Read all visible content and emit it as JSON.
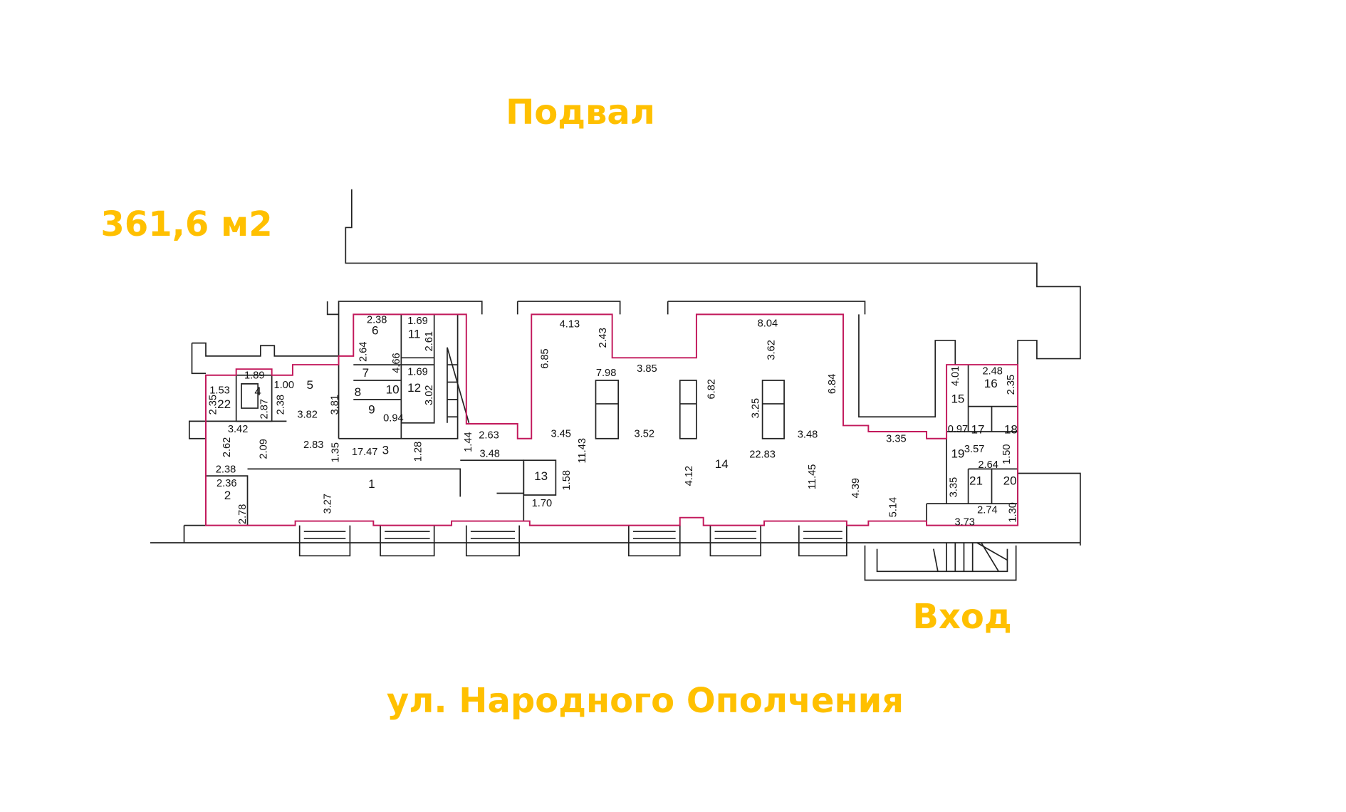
{
  "labels": {
    "floor": "Подвал",
    "area": "361,6 м2",
    "entry": "Вход",
    "street": "ул. Народного Ополчения"
  },
  "colors": {
    "label": "#FFC000",
    "boundary": "#c2185b",
    "walls": "#222222"
  },
  "rooms": [
    "1",
    "2",
    "3",
    "4",
    "5",
    "6",
    "7",
    "8",
    "9",
    "10",
    "11",
    "12",
    "13",
    "14",
    "15",
    "16",
    "17",
    "18",
    "19",
    "20",
    "21",
    "22"
  ],
  "dims_h": [
    "2.38",
    "1.69",
    "1.69",
    "0.94",
    "1.53",
    "1.89",
    "1.00",
    "3.82",
    "3.42",
    "2.83",
    "17.47",
    "2.63",
    "3.48",
    "2.38",
    "2.36",
    "1.70",
    "4.13",
    "7.98",
    "3.85",
    "8.04",
    "3.45",
    "3.52",
    "3.48",
    "3.35",
    "22.83",
    "2.48",
    "0.97",
    "3.57",
    "2.64",
    "2.74",
    "3.73"
  ],
  "dims_v": [
    "2.64",
    "4.66",
    "2.61",
    "3.02",
    "2.35",
    "2.87",
    "2.38",
    "3.81",
    "2.62",
    "2.09",
    "1.35",
    "1.28",
    "1.44",
    "2.78",
    "3.27",
    "6.85",
    "2.43",
    "11.43",
    "1.58",
    "6.82",
    "3.62",
    "3.25",
    "6.84",
    "4.12",
    "11.45",
    "4.39",
    "5.14",
    "4.01",
    "2.35",
    "1.50",
    "3.35",
    "1.30"
  ]
}
